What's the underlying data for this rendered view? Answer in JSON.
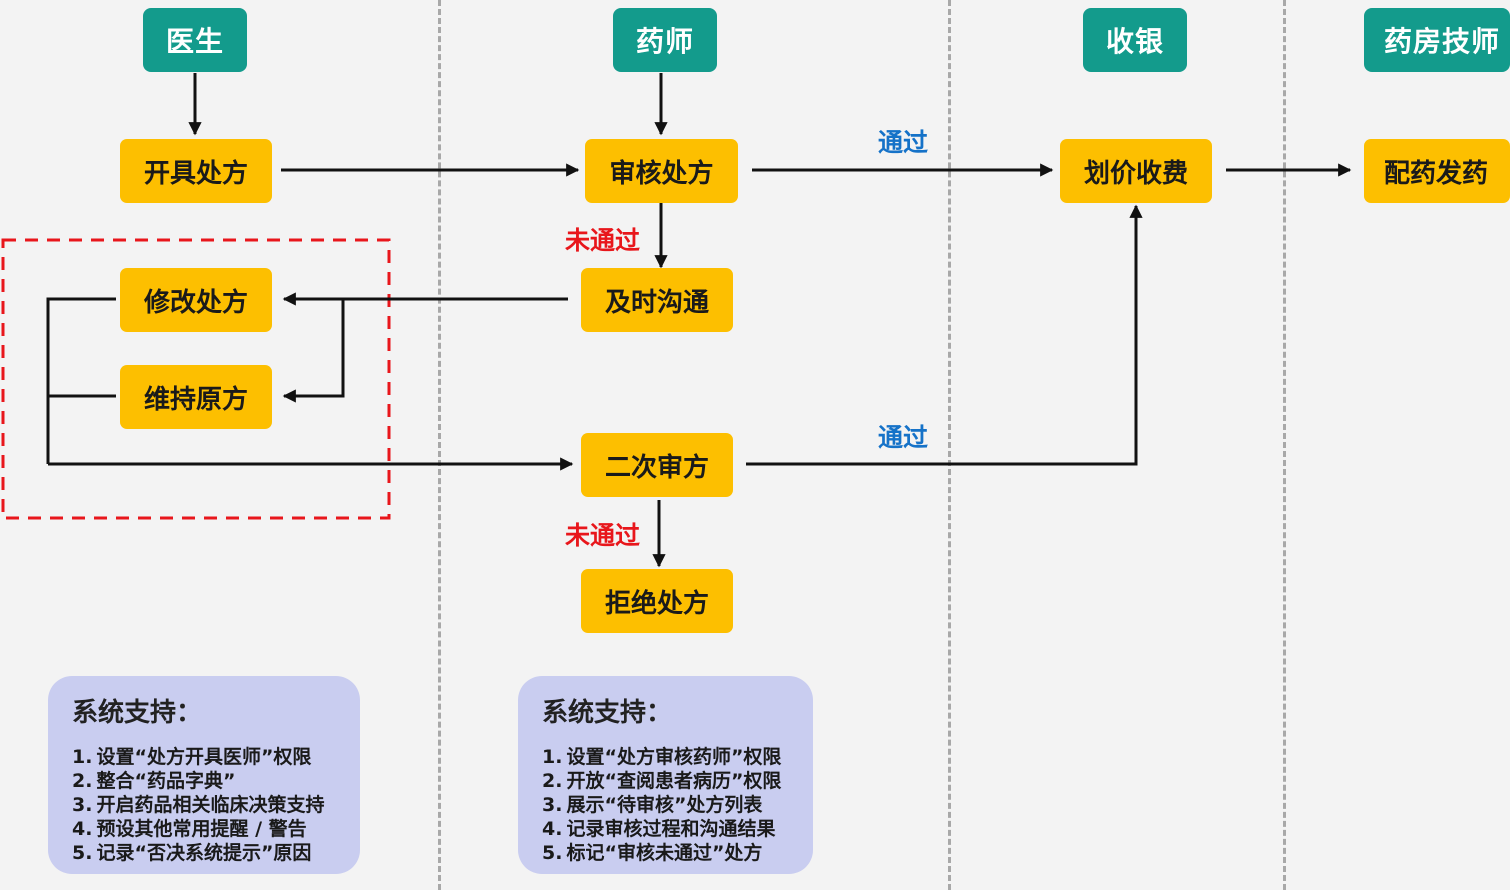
{
  "roles": {
    "doctor": "医生",
    "pharmacist": "药师",
    "cashier": "收银",
    "pharmacy_tech": "药房技师"
  },
  "nodes": {
    "prescribe": "开具处方",
    "review": "审核处方",
    "billing": "划价收费",
    "dispense": "配药发药",
    "modify": "修改处方",
    "communicate": "及时沟通",
    "keep": "维持原方",
    "second_review": "二次审方",
    "reject": "拒绝处方"
  },
  "edge_labels": {
    "pass_1": "通过",
    "fail_1": "未通过",
    "pass_2": "通过",
    "fail_2": "未通过"
  },
  "colors": {
    "role_bg": "#139b8c",
    "node_bg": "#fdbf00",
    "pass_text": "#1572c8",
    "fail_text": "#e8161b",
    "support_bg": "#c9cdf0",
    "highlight_border": "#e8161b"
  },
  "support": {
    "doctor": {
      "title": "系统支持：",
      "items": [
        "设置“处方开具医师”权限",
        "整合“药品字典”",
        "开启药品相关临床决策支持",
        "预设其他常用提醒 / 警告",
        "记录“否决系统提示”原因"
      ]
    },
    "pharmacist": {
      "title": "系统支持：",
      "items": [
        "设置“处方审核药师”权限",
        "开放“查阅患者病历”权限",
        "展示“待审核”处方列表",
        "记录审核过程和沟通结果",
        "标记“审核未通过”处方"
      ]
    }
  }
}
